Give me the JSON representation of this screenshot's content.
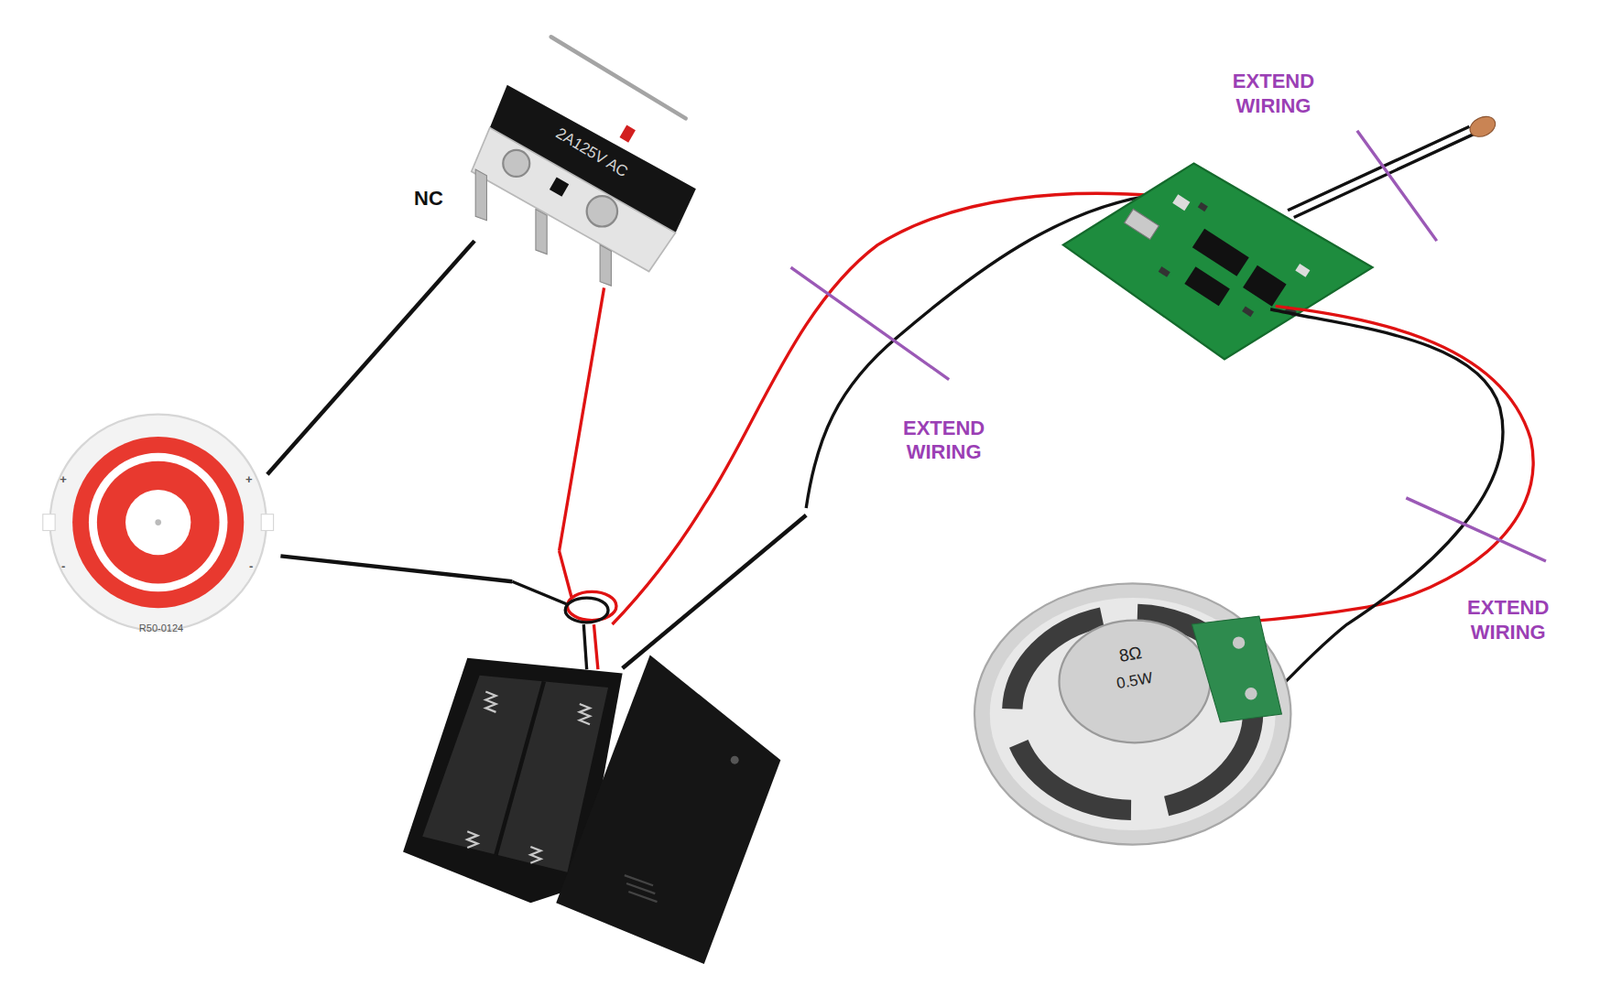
{
  "diagram": {
    "labels": [
      "EXTEND WIRING",
      "2A125V AC",
      "NC",
      "EXTEND WIRING",
      "+",
      "+",
      "-",
      "-",
      "8Ω",
      "0.5W",
      "R50-0124",
      "EXTEND WIRING"
    ]
  }
}
